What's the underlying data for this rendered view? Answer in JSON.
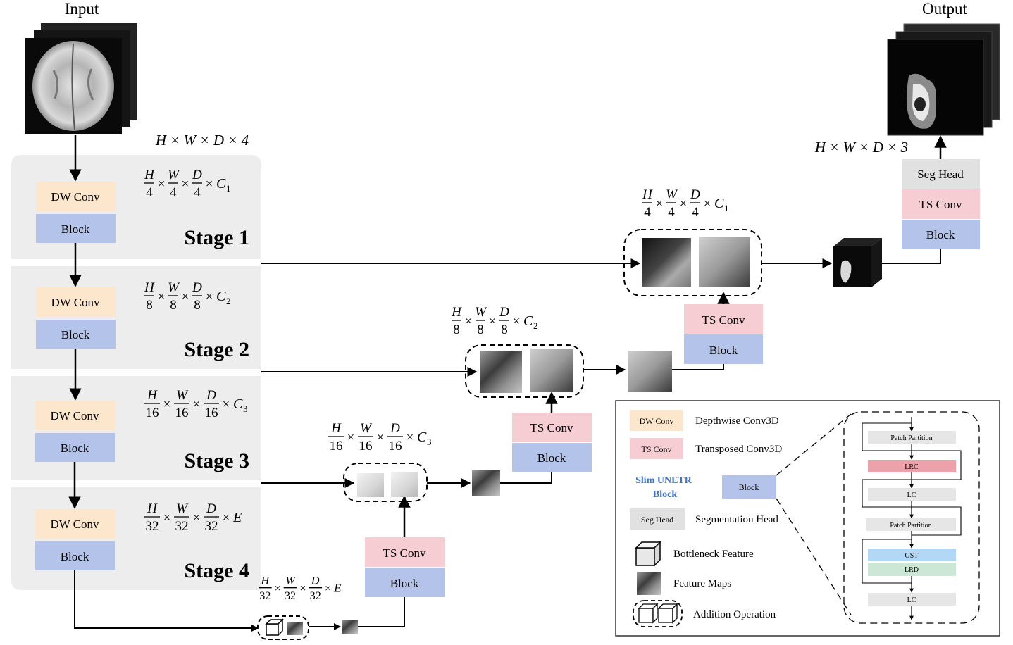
{
  "title_input": "Input",
  "title_output": "Output",
  "input_dims": "H × W × D × 4",
  "output_dims": "H × W × D × 3",
  "stages": [
    {
      "name": "Stage 1",
      "dw_label": "DW Conv",
      "block_label": "Block",
      "frac_den": "4",
      "channel": "C",
      "channel_sub": "1"
    },
    {
      "name": "Stage 2",
      "dw_label": "DW Conv",
      "block_label": "Block",
      "frac_den": "8",
      "channel": "C",
      "channel_sub": "2"
    },
    {
      "name": "Stage 3",
      "dw_label": "DW Conv",
      "block_label": "Block",
      "frac_den": "16",
      "channel": "C",
      "channel_sub": "3"
    },
    {
      "name": "Stage 4",
      "dw_label": "DW Conv",
      "block_label": "Block",
      "frac_den": "32",
      "channel": "E",
      "channel_sub": ""
    }
  ],
  "decoder": {
    "ts_conv_label": "TS Conv",
    "block_label": "Block",
    "seg_head_label": "Seg Head"
  },
  "legend": {
    "dw_chip": "DW Conv",
    "dw_desc": "Depthwise Conv3D",
    "ts_chip": "TS Conv",
    "ts_desc": "Transposed Conv3D",
    "slim_title_1": "Slim UNETR",
    "slim_title_2": "Block",
    "block_chip": "Block",
    "seg_chip": "Seg Head",
    "seg_desc": "Segmentation Head",
    "bottleneck_desc": "Bottleneck Feature",
    "feature_desc": "Feature Maps",
    "addition_desc": "Addition Operation"
  },
  "block_detail": [
    "Patch Partition",
    "LRC",
    "LC",
    "Patch Partition",
    "GST",
    "LRD",
    "LC"
  ],
  "colors": {
    "dw_conv": "#FCE6CC",
    "ts_conv": "#F5CDD3",
    "block": "#B4C3E9",
    "seg_head": "#E1E1E1",
    "stage_bg": "#EDEDED",
    "lrc": "#EDA1AA",
    "gst": "#B3D8F5",
    "lrd": "#CDE7D7",
    "gray_box": "#E6E6E6",
    "slim_title": "#4472C4"
  },
  "icons": [
    "mri-volume-icon",
    "segmentation-output-icon",
    "bottleneck-cube-icon",
    "feature-map-cube-icon",
    "addition-operation-icon"
  ]
}
